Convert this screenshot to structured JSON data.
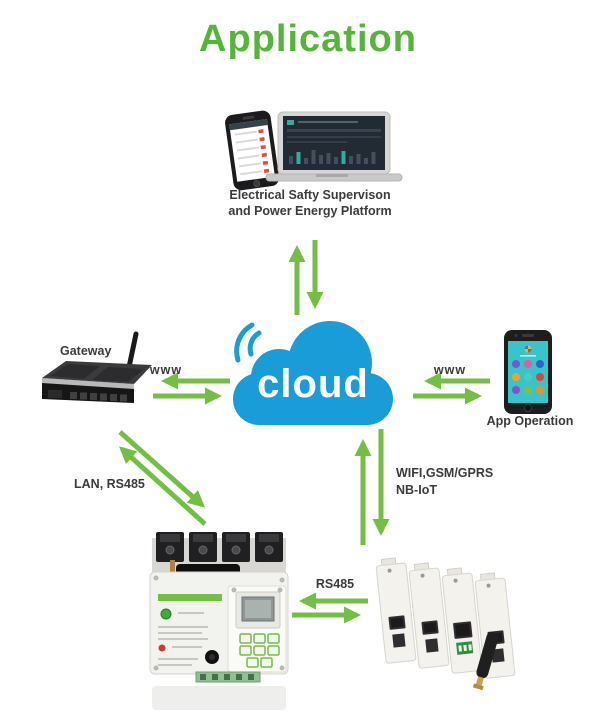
{
  "title": "Application",
  "colors": {
    "title_green": "#55B43A",
    "arrow_green": "#72BF44",
    "cloud_blue": "#1A9CD8",
    "label_text": "#3F3F3F",
    "phone_screen_teal": "#38C5C9"
  },
  "platform": {
    "caption_line1": "Electrical Safty Supervison",
    "caption_line2": "and Power Energy Platform"
  },
  "cloud": {
    "label": "cloud"
  },
  "gateway": {
    "label": "Gateway"
  },
  "app": {
    "label": "App Operation"
  },
  "links": {
    "gateway_cloud": "www",
    "cloud_app": "www",
    "gateway_ats": "LAN, RS485",
    "cloud_meters_line1": "WIFI,GSM/GPRS",
    "cloud_meters_line2": "NB-IoT",
    "ats_meters": "RS485"
  }
}
